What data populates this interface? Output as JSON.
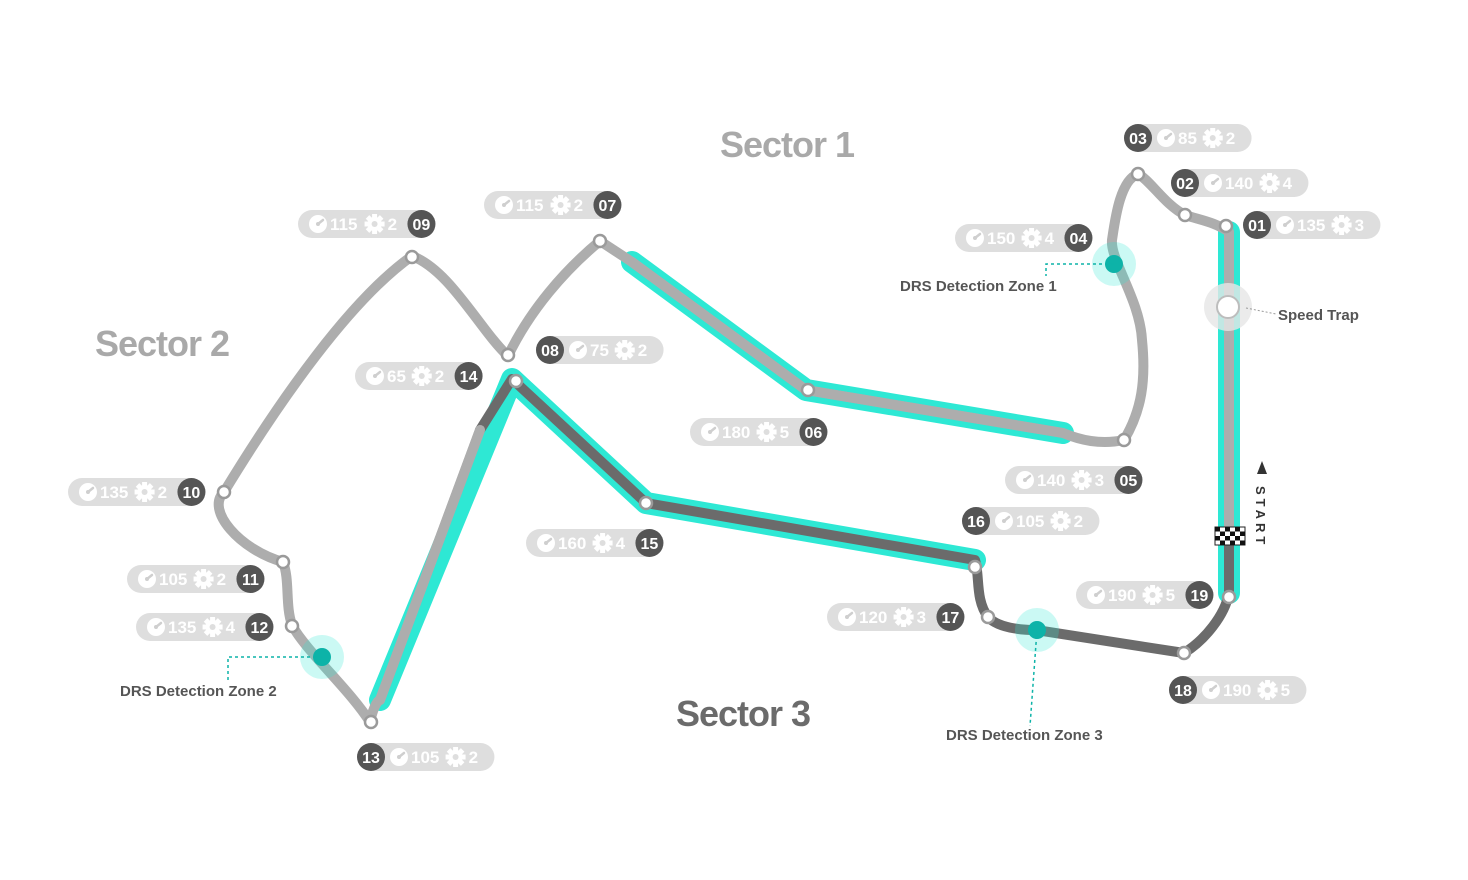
{
  "sectors": [
    {
      "id": "s1",
      "label": "Sector 1"
    },
    {
      "id": "s2",
      "label": "Sector 2"
    },
    {
      "id": "s3",
      "label": "Sector 3"
    }
  ],
  "corners": [
    {
      "num": "01",
      "speed": "135",
      "gear": "3"
    },
    {
      "num": "02",
      "speed": "140",
      "gear": "4"
    },
    {
      "num": "03",
      "speed": "85",
      "gear": "2"
    },
    {
      "num": "04",
      "speed": "150",
      "gear": "4"
    },
    {
      "num": "05",
      "speed": "140",
      "gear": "3"
    },
    {
      "num": "06",
      "speed": "180",
      "gear": "5"
    },
    {
      "num": "07",
      "speed": "115",
      "gear": "2"
    },
    {
      "num": "08",
      "speed": "75",
      "gear": "2"
    },
    {
      "num": "09",
      "speed": "115",
      "gear": "2"
    },
    {
      "num": "10",
      "speed": "135",
      "gear": "2"
    },
    {
      "num": "11",
      "speed": "105",
      "gear": "2"
    },
    {
      "num": "12",
      "speed": "135",
      "gear": "4"
    },
    {
      "num": "13",
      "speed": "105",
      "gear": "2"
    },
    {
      "num": "14",
      "speed": "65",
      "gear": "2"
    },
    {
      "num": "15",
      "speed": "160",
      "gear": "4"
    },
    {
      "num": "16",
      "speed": "105",
      "gear": "2"
    },
    {
      "num": "17",
      "speed": "120",
      "gear": "3"
    },
    {
      "num": "18",
      "speed": "190",
      "gear": "5"
    },
    {
      "num": "19",
      "speed": "190",
      "gear": "5"
    }
  ],
  "drs_zones": [
    {
      "id": "drs1",
      "label": "DRS Detection Zone 1"
    },
    {
      "id": "drs2",
      "label": "DRS Detection Zone 2"
    },
    {
      "id": "drs3",
      "label": "DRS Detection Zone 3"
    }
  ],
  "speed_trap": {
    "label": "Speed Trap"
  },
  "start": {
    "label": "START"
  },
  "colors": {
    "track_light": "#adadad",
    "track_dark": "#6b6b6b",
    "drs_highlight": "#2ee8d4",
    "drs_dot": "#0db3a8",
    "corner_badge": "#555555",
    "pill_bg": "#dedede",
    "pill_text": "#ffffff",
    "sector_label": "#a9a9a9"
  }
}
